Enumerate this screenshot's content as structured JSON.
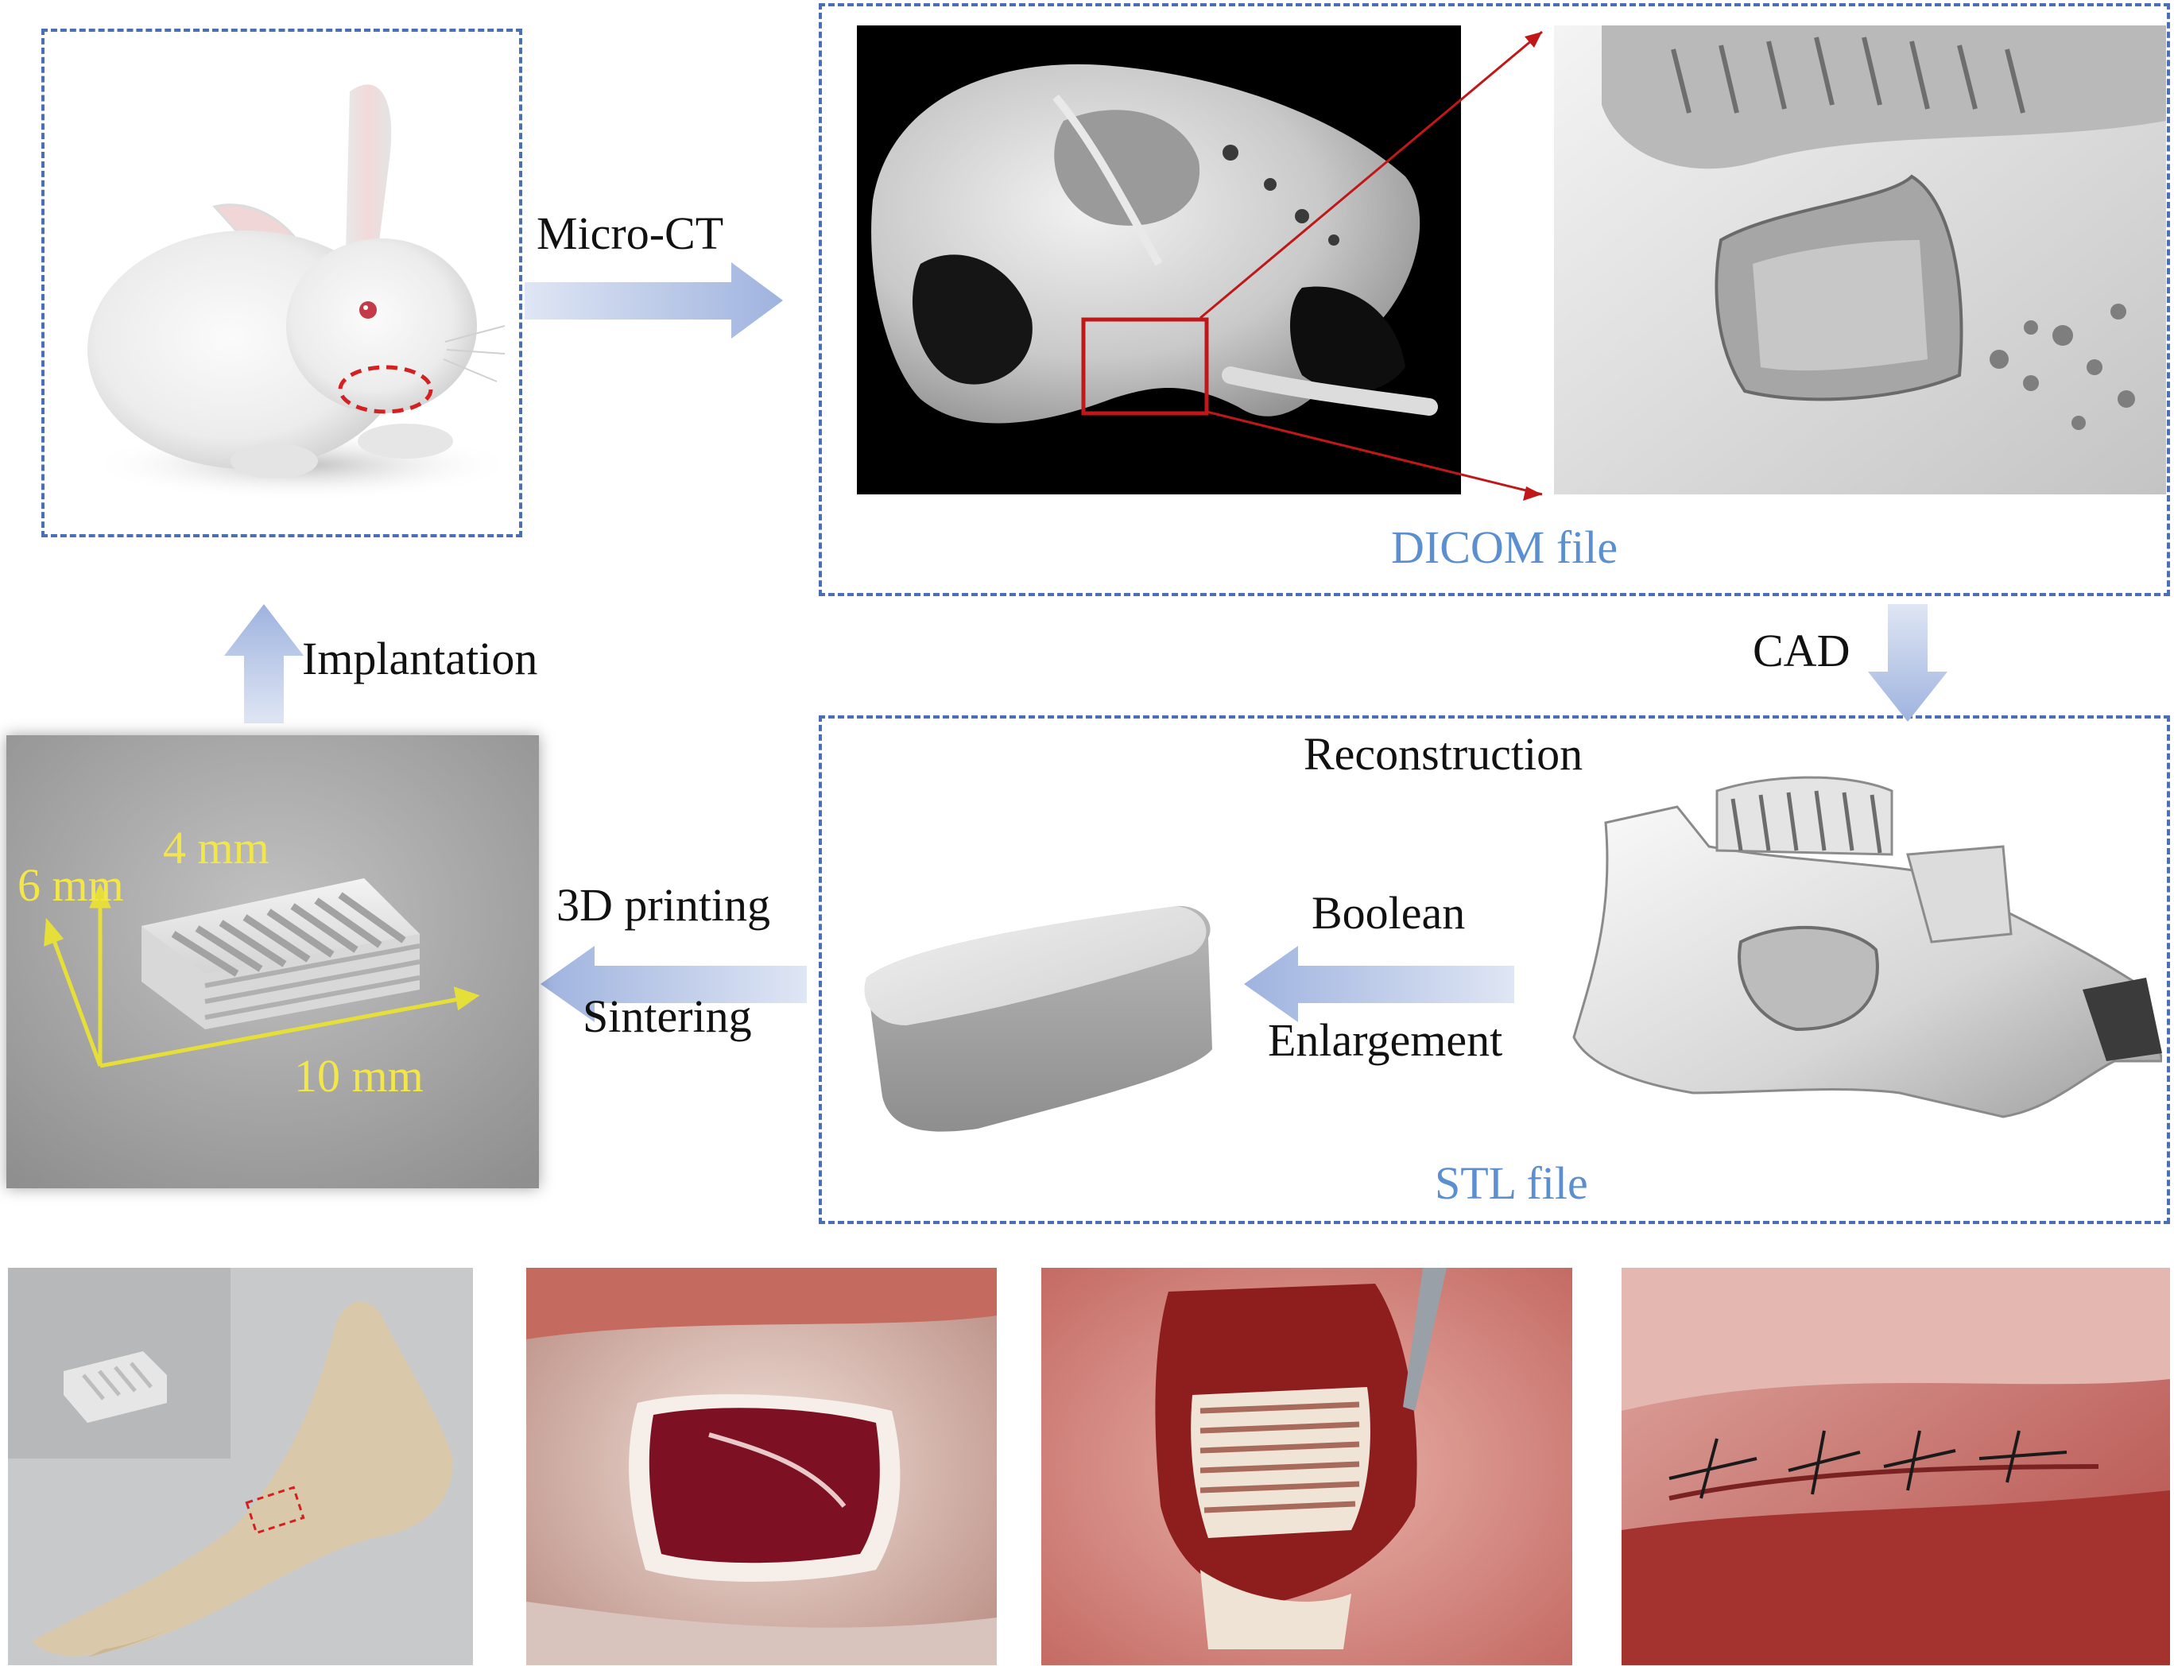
{
  "panels": {
    "dicom_label": "DICOM file",
    "stl_label": "STL file"
  },
  "steps": {
    "micro_ct": "Micro-CT",
    "cad": "CAD",
    "reconstruction": "Reconstruction",
    "boolean": "Boolean",
    "enlargement": "Enlargement",
    "printing": "3D printing",
    "sintering": "Sintering",
    "implantation": "Implantation"
  },
  "dimensions": {
    "height": "4 mm",
    "depth": "6 mm",
    "length": "10 mm"
  },
  "colors": {
    "dashed_border": "#4a6fb5",
    "panel_label": "#5b8fd0",
    "arrow": "#a9b9e0",
    "dimension": "#f2e64a",
    "highlight": "#d42020"
  }
}
